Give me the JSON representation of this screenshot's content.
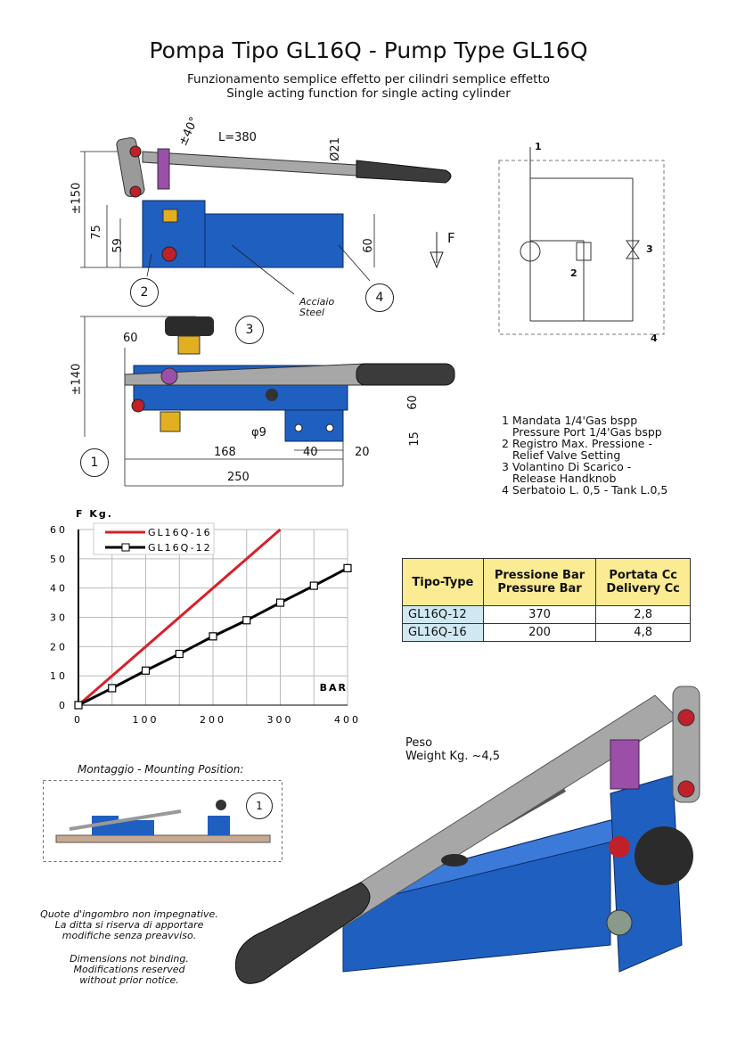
{
  "header": {
    "title": "Pompa Tipo GL16Q - Pump Type GL16Q",
    "subtitle_it": "Funzionamento semplice effetto per cilindri semplice effetto",
    "subtitle_en": "Single acting function for single acting cylinder"
  },
  "side_view": {
    "angle": "±40°",
    "length": "L=380",
    "diameter": "Ø21",
    "height_total": "±150",
    "h75": "75",
    "h59": "59",
    "h60": "60",
    "force": "F",
    "material_it": "Acciaio",
    "material_en": "Steel",
    "callout_2": "2",
    "callout_4": "4"
  },
  "top_view": {
    "callout_3": "3",
    "callout_1": "1",
    "d60_top": "60",
    "width": "±140",
    "d60_side": "60",
    "d15": "15",
    "hole": "φ9",
    "d168": "168",
    "d40": "40",
    "d20": "20",
    "d250": "250"
  },
  "schematic": {
    "port_1": "1",
    "port_2": "2",
    "port_3": "3",
    "port_4": "4"
  },
  "legend": [
    "1 Mandata 1/4'Gas bspp",
    "   Pressure Port 1/4'Gas bspp",
    "2 Registro Max. Pressione -",
    "   Relief Valve Setting",
    "3 Volantino Di Scarico -",
    "   Release Handknob",
    "4 Serbatoio L. 0,5 - Tank L.0,5"
  ],
  "table": {
    "headers": [
      [
        "Tipo-Type",
        ""
      ],
      [
        "Pressione Bar",
        "Pressure Bar"
      ],
      [
        "Portata Cc",
        "Delivery Cc"
      ]
    ],
    "rows": [
      [
        "GL16Q-12",
        "370",
        "2,8"
      ],
      [
        "GL16Q-16",
        "200",
        "4,8"
      ]
    ]
  },
  "chart_data": {
    "type": "line",
    "ylabel": "F Kg.",
    "xlabel": "BAR",
    "xlim": [
      0,
      400
    ],
    "ylim": [
      0,
      60
    ],
    "xticks": [
      "0",
      "100",
      "200",
      "300",
      "400"
    ],
    "yticks": [
      "0",
      "10",
      "20",
      "30",
      "40",
      "50",
      "60"
    ],
    "grid": true,
    "legend_position": "top-left",
    "series": [
      {
        "name": "GL16Q-16",
        "color": "#d8202a",
        "x": [
          0,
          300
        ],
        "y": [
          0,
          60
        ]
      },
      {
        "name": "GL16Q-12",
        "color": "#000000",
        "marker": "square",
        "x": [
          0,
          50,
          100,
          150,
          200,
          250,
          300,
          350,
          400
        ],
        "y": [
          0,
          5.8,
          11.8,
          17.5,
          23.5,
          29,
          35,
          40.8,
          46.8
        ]
      }
    ]
  },
  "weight": {
    "label": "Peso",
    "value": "Weight Kg. ~4,5"
  },
  "mounting": {
    "title": "Montaggio - Mounting Position:",
    "callout": "1"
  },
  "notes": {
    "it": [
      "Quote d'ingombro non impegnative.",
      "La ditta si riserva di apportare",
      "modifiche senza preavviso."
    ],
    "en": [
      "Dimensions not binding.",
      "Modifications reserved",
      "without prior notice."
    ]
  },
  "colors": {
    "blue": "#1f5fbf",
    "grey": "#9a9a9a",
    "purple": "#9b4fa8",
    "red": "#c0202a",
    "yellow": "#fbeb93"
  }
}
